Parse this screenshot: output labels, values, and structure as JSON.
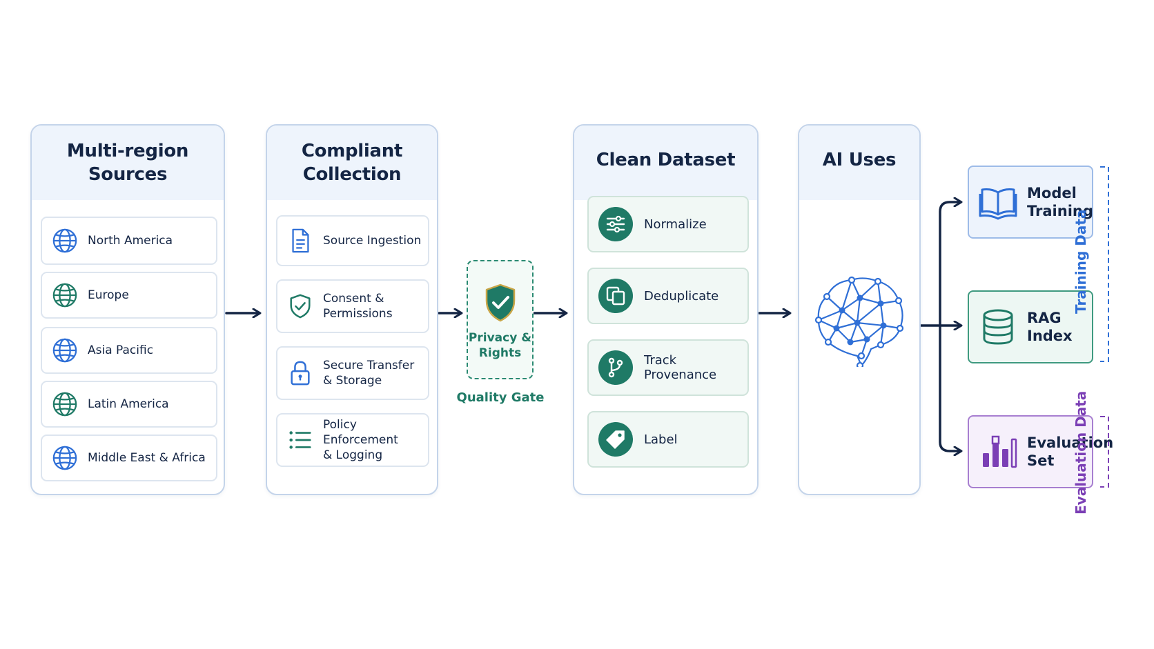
{
  "columns": {
    "sources": {
      "title": "Multi-region\nSources",
      "items": [
        "North America",
        "Europe",
        "Asia Pacific",
        "Latin America",
        "Middle East & Africa"
      ]
    },
    "collection": {
      "title": "Compliant\nCollection",
      "items": [
        "Source Ingestion",
        "Consent &\nPermissions",
        "Secure Transfer\n& Storage",
        "Policy Enforcement\n& Logging"
      ]
    },
    "clean": {
      "title": "Clean Dataset",
      "items": [
        "Normalize",
        "Deduplicate",
        "Track Provenance",
        "Label"
      ]
    },
    "ai": {
      "title": "AI Uses"
    }
  },
  "gate": {
    "text": "Privacy &\nRights",
    "caption": "Quality Gate"
  },
  "outputs": [
    {
      "label": "Model\nTraining"
    },
    {
      "label": "RAG\nIndex"
    },
    {
      "label": "Evaluation\nSet"
    }
  ],
  "side_labels": {
    "training": "Training Data",
    "evaluation": "Evaluation Data"
  },
  "colors": {
    "navy": "#142544",
    "blue": "#2f6fd6",
    "green": "#1f7a66",
    "purple": "#7b3fb5"
  }
}
